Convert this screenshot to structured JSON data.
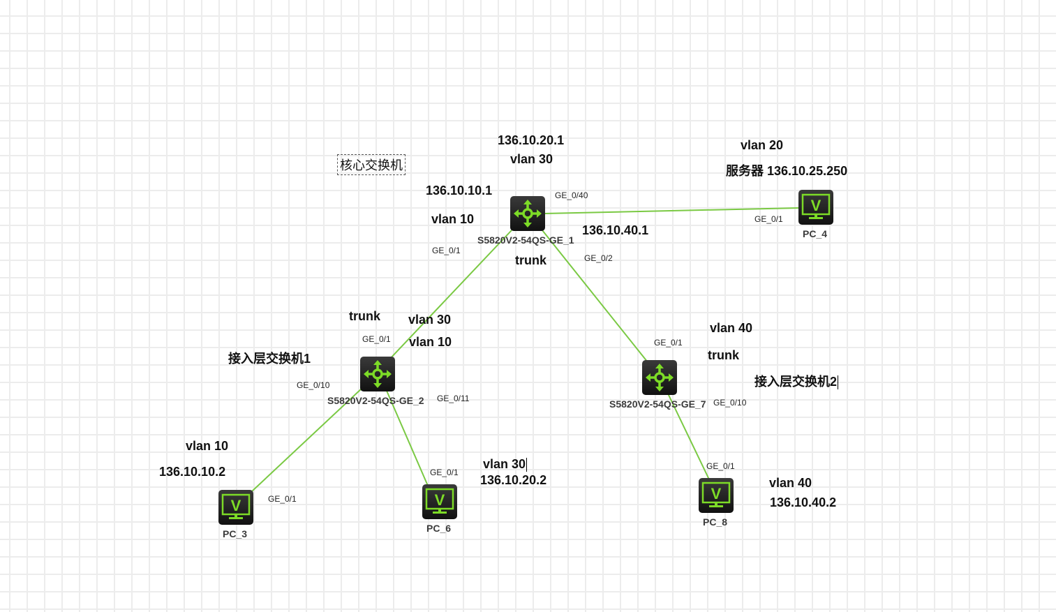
{
  "canvas": {
    "background": "#ffffff",
    "grid_color": "#ececec"
  },
  "colors": {
    "link": "#7ac943",
    "icon_green": "#7ddb27",
    "node_bg": "#1e1e1e"
  },
  "nodes": {
    "core": {
      "label": "S5820V2-54QS-GE_1",
      "type": "switch"
    },
    "access1": {
      "label": "S5820V2-54QS-GE_2",
      "type": "switch"
    },
    "access2": {
      "label": "S5820V2-54QS-GE_7",
      "type": "switch"
    },
    "pc4": {
      "label": "PC_4",
      "type": "pc",
      "glyph": "V"
    },
    "pc3": {
      "label": "PC_3",
      "type": "pc",
      "glyph": "V"
    },
    "pc6": {
      "label": "PC_6",
      "type": "pc",
      "glyph": "V"
    },
    "pc8": {
      "label": "PC_8",
      "type": "pc",
      "glyph": "V"
    }
  },
  "links": [
    {
      "from": "core",
      "to": "pc4",
      "from_port": "GE_0/40",
      "to_port": "GE_0/1"
    },
    {
      "from": "core",
      "to": "access1",
      "from_port": "GE_0/1",
      "to_port": "GE_0/1"
    },
    {
      "from": "core",
      "to": "access2",
      "from_port": "GE_0/2",
      "to_port": "GE_0/1"
    },
    {
      "from": "access1",
      "to": "pc3",
      "from_port": "GE_0/10",
      "to_port": "GE_0/1"
    },
    {
      "from": "access1",
      "to": "pc6",
      "from_port": "GE_0/11",
      "to_port": "GE_0/1"
    },
    {
      "from": "access2",
      "to": "pc8",
      "from_port": "GE_0/10",
      "to_port": "GE_0/1"
    }
  ],
  "annotations": {
    "core_ip_20": "136.10.20.1",
    "core_vlan_30": "vlan 30",
    "core_title": "核心交换机",
    "core_ip_10": "136.10.10.1",
    "core_vlan_10": "vlan 10",
    "core_ip_40": "136.10.40.1",
    "core_trunk": "trunk",
    "server_vlan": "vlan 20",
    "server_label": "服务器 136.10.25.250",
    "acc1_trunk": "trunk",
    "acc1_vlan_30": "vlan 30",
    "acc1_vlan_10": "vlan 10",
    "acc1_title": "接入层交换机1",
    "acc2_vlan_40": "vlan 40",
    "acc2_trunk": "trunk",
    "acc2_title": "接入层交换机2",
    "pc3_vlan": "vlan 10",
    "pc3_ip": "136.10.10.2",
    "pc6_vlan": "vlan 30",
    "pc6_ip": "136.10.20.2",
    "pc8_vlan": "vlan 40",
    "pc8_ip": "136.10.40.2"
  }
}
